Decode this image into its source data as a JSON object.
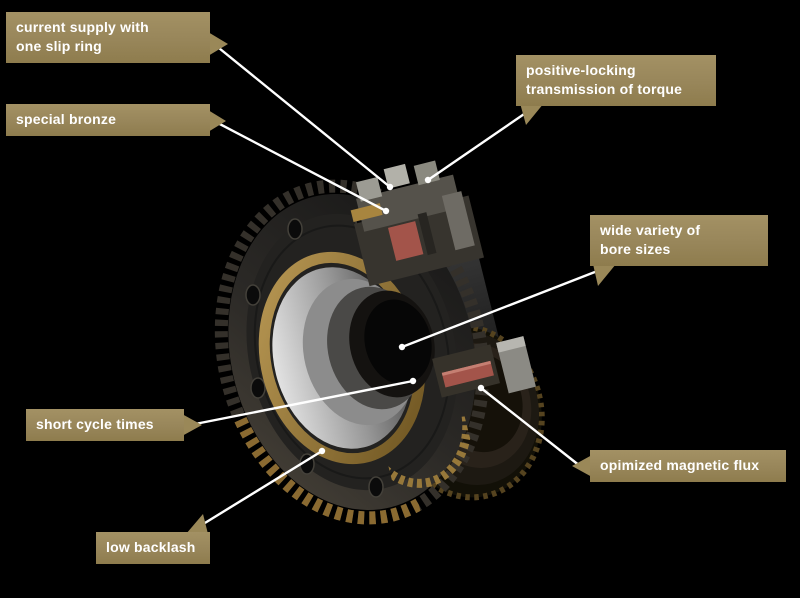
{
  "background": "#000000",
  "colors": {
    "callout_bg": "#9a8858",
    "callout_text": "#ffffff",
    "leader_line": "#ffffff",
    "bronze": "#a8853f",
    "coil_red": "#a3544a"
  },
  "diagram": {
    "callouts": [
      {
        "id": "current-supply",
        "text": "current supply with\none slip ring"
      },
      {
        "id": "special-bronze",
        "text": "special bronze"
      },
      {
        "id": "positive-locking",
        "text": "positive-locking\ntransmission of torque"
      },
      {
        "id": "bore-sizes",
        "text": "wide variety of\nbore sizes"
      },
      {
        "id": "short-cycle",
        "text": "short cycle times"
      },
      {
        "id": "magnetic-flux",
        "text": "opimized magnetic flux"
      },
      {
        "id": "low-backlash",
        "text": "low backlash"
      }
    ]
  }
}
